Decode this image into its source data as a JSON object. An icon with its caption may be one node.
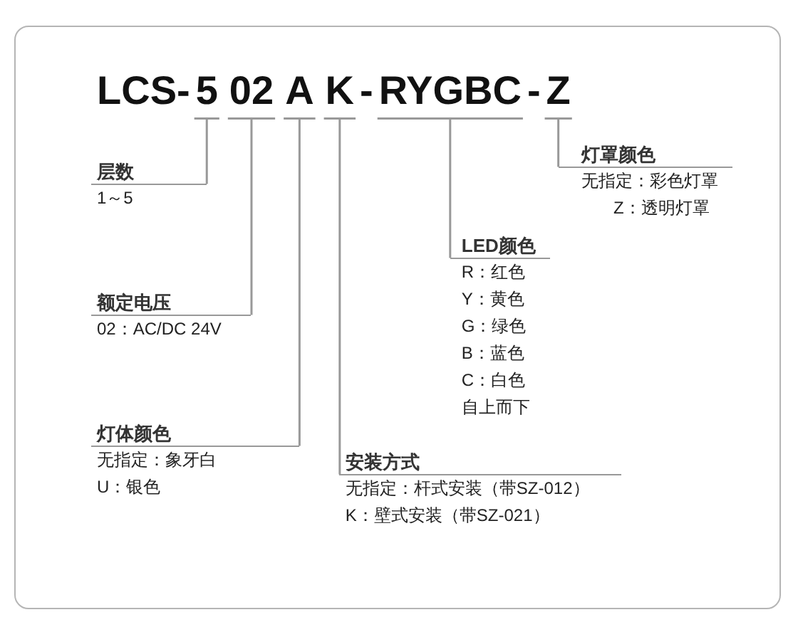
{
  "diagram": {
    "nodes": [
      {
        "text": [
          "5"
        ]
      },
      {
        "text": [
          "02"
        ]
      },
      {
        "text": [
          "A"
        ]
      },
      {
        "text": [
          "K"
        ]
      },
      {
        "text": [
          "RYGBC"
        ]
      },
      {
        "text": [
          "Z"
        ]
      },
      {
        "text": [
          "灯罩颜色",
          "无指定：彩色灯罩",
          "Z：透明灯罩"
        ]
      },
      {
        "text": [
          "层数",
          "1～5"
        ]
      },
      {
        "text": [
          "LED颜色",
          "R：红色",
          "Y：黄色",
          "G：绿色",
          "B：蓝色",
          "C：白色",
          "自上而下"
        ]
      },
      {
        "text": [
          "额定电压",
          "02：AC/DC 24V"
        ]
      },
      {
        "text": [
          "灯体颜色",
          "无指定：象牙白",
          "U：银色"
        ]
      },
      {
        "text": [
          "安装方式",
          "无指定：杆式安装（带SZ-012）",
          "K：壁式安装（带SZ-021）"
        ]
      }
    ],
    "edges": [
      {
        "from": 5,
        "to": 6,
        "arrow": "none"
      },
      {
        "from": 0,
        "to": 7,
        "arrow": "none"
      },
      {
        "from": 4,
        "to": 8,
        "arrow": "none"
      },
      {
        "from": 1,
        "to": 9,
        "arrow": "none"
      },
      {
        "from": 2,
        "to": 10,
        "arrow": "none"
      },
      {
        "from": 3,
        "to": 11,
        "arrow": "none"
      }
    ],
    "labels": [
      "LCS-",
      "-",
      "-"
    ]
  }
}
